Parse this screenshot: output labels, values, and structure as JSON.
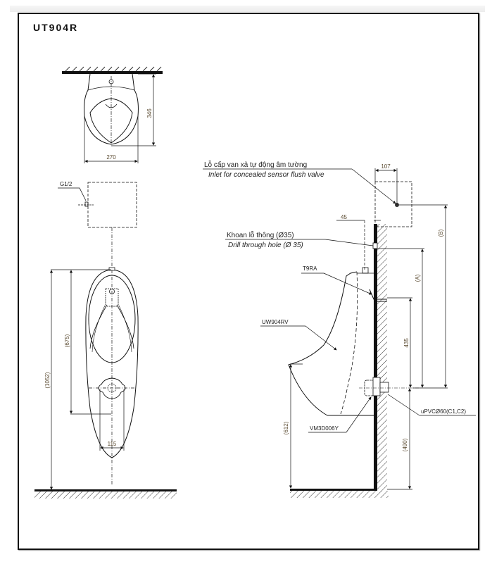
{
  "document": {
    "model": "UT904R"
  },
  "front_view": {
    "top_width": "270",
    "top_depth": "346",
    "inlet_thread": "G1/2",
    "height_total": "(1052)",
    "height_body": "(675)",
    "outlet_spacing": "115"
  },
  "side_view": {
    "inlet_label_vi": "Lỗ cấp van xả tự động âm tường",
    "inlet_label_en": "Inlet for concealed sensor flush valve",
    "inlet_offset": "107",
    "drill_label_vi": "Khoan lỗ thông (Ø35)",
    "drill_label_en": "Drill through hole (Ø 35)",
    "drill_offset": "45",
    "valve_code": "T9RA",
    "urinal_code": "UW904RV",
    "trap_code": "VM3D006Y",
    "pipe_label": "uPVCØ60(C1,C2)",
    "dim_a": "(A)",
    "dim_b": "(B)",
    "dim_435": "435",
    "dim_612": "(612)",
    "dim_490": "(490)"
  },
  "colors": {
    "line": "#111111",
    "dimension_text": "#5a4a30"
  }
}
